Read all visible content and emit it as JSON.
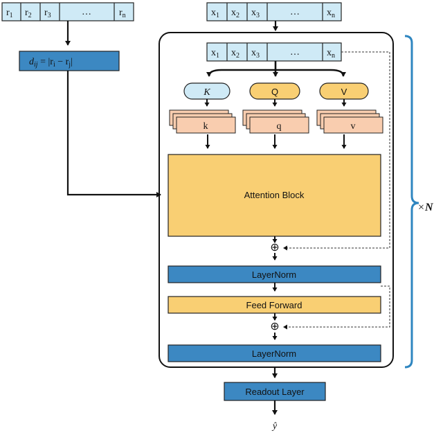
{
  "r_seq": {
    "cells": [
      "r",
      "r",
      "r",
      "…",
      "r"
    ],
    "subs": [
      "1",
      "2",
      "3",
      "",
      "n"
    ]
  },
  "x_seq": {
    "cells": [
      "x",
      "x",
      "x",
      "…",
      "x"
    ],
    "subs": [
      "1",
      "2",
      "3",
      "",
      "n"
    ]
  },
  "distance": {
    "d": "d",
    "d_sub": "ij",
    "eq": " = |r",
    "i_sub": "i",
    "minus": " − r",
    "j_sub": "j",
    "end": "|"
  },
  "heads": {
    "key_label": "K",
    "query_label": "Q",
    "value_label": "V"
  },
  "projections": {
    "k_label": "k",
    "q_label": "q",
    "v_label": "v"
  },
  "blocks": {
    "attention": "Attention Block",
    "layernorm_1": "LayerNorm",
    "feed_forward": "Feed Forward",
    "layernorm_2": "LayerNorm",
    "readout": "Readout Layer"
  },
  "symbols": {
    "add_1": "⊕",
    "add_2": "⊕",
    "repeat_times": "×",
    "repeat_n": "N",
    "output_y": "ŷ"
  },
  "colors": {
    "light_blue": "#CFEAF6",
    "mid_blue": "#3C88C2",
    "yellow": "#F9CF73",
    "salmon": "#F9CDAF",
    "bracket_blue": "#2F86C0"
  }
}
